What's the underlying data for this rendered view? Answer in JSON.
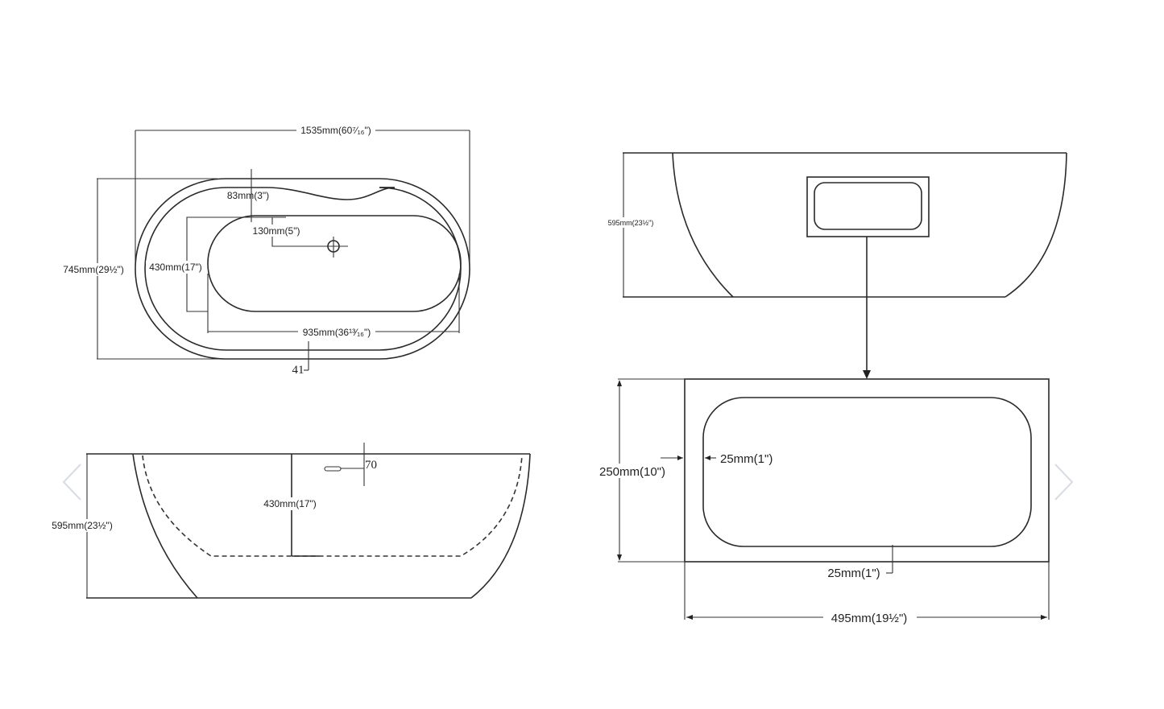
{
  "top_view": {
    "overall_length": "1535mm(60⁷⁄₁₆\")",
    "overall_width": "745mm(29½\")",
    "rim_dip": "83mm(3\")",
    "drain_offset": "130mm(5\")",
    "basin_width": "430mm(17\")",
    "basin_length": "935mm(36¹³⁄₁₆\")",
    "rim_thickness": "41"
  },
  "side_view": {
    "height": "595mm(23½\")",
    "depth": "430mm(17\")",
    "overflow": "70"
  },
  "end_view": {
    "height": "595mm(23½\")"
  },
  "panel_detail": {
    "height": "250mm(10\")",
    "side_margin": "25mm(1\")",
    "bottom_margin": "25mm(1\")",
    "width": "495mm(19½\")"
  },
  "carousel": {
    "prev_icon": "chevron-left-icon",
    "next_icon": "chevron-right-icon",
    "arrow_color": "#d8dce3"
  }
}
